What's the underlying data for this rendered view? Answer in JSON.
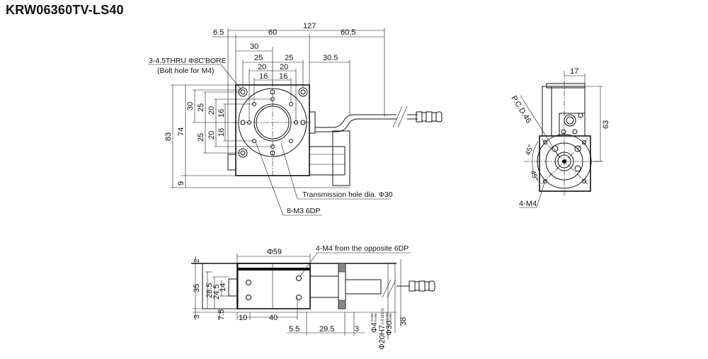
{
  "title": "KRW06360TV-LS40",
  "top_view": {
    "dims": {
      "overall": "127",
      "left_offset": "6.5",
      "body_width": "60",
      "right_ext": "60.5",
      "half_30": "30",
      "h25": "25",
      "h20": "20",
      "h16": "16",
      "cable_30_5": "30.5",
      "height_83": "83",
      "height_74": "74",
      "base_9": "9",
      "v30": "30",
      "v25": "25",
      "v20": "20",
      "v16": "16"
    },
    "callouts": {
      "bolt_hole": "3-4.5THRU Φ8C'BORE",
      "bolt_hole_note": "(Bolt hole for M4)",
      "transmission_hole": "Transmission hole dia. Φ30",
      "tapped_holes": "8-M3 6DP"
    }
  },
  "side_view": {
    "dims": {
      "width_17": "17",
      "height_63": "63",
      "pcd": "P.C.D.46",
      "angle": "45°"
    },
    "callouts": {
      "mount_holes": "4-M4"
    }
  },
  "front_view": {
    "dims": {
      "dia_59": "Φ59",
      "top_2": "2",
      "h35": "35",
      "h28_5": "28.5",
      "h24_5": "24.5",
      "h14": "14",
      "bottom_3": "3",
      "h7_5": "7.5",
      "w10": "10",
      "w40": "40",
      "w5_5": "5.5",
      "w29_5": "29.5",
      "w3": "3",
      "shaft": "Φ4",
      "shaft_tol_upper": "-0.000",
      "shaft_tol_lower": "-0.005",
      "bore": "Φ20H7",
      "bore_tol": "(+0.021 0)",
      "spigot": "Φ30",
      "spigot_tol_upper": "+0.002",
      "spigot_tol_lower": "-0.008",
      "h38": "38"
    },
    "callouts": {
      "opposite_holes": "4-M4 from the opposite 6DP"
    }
  }
}
